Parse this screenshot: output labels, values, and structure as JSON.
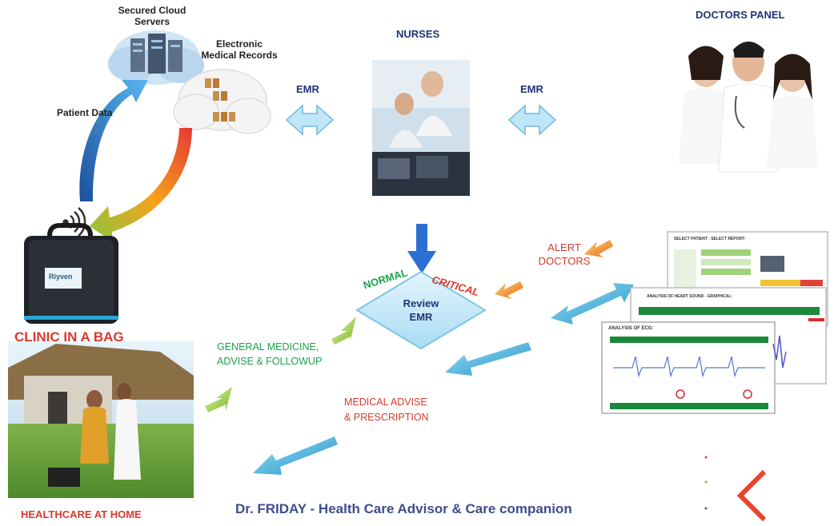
{
  "top": {
    "cloud_label": "Secured Cloud\nServers",
    "emr_records_label": "Electronic\nMedical Records",
    "patient_data_label": "Patient Data",
    "nurses_label": "NURSES",
    "doctors_label": "DOCTORS PANEL",
    "emr_left": "EMR",
    "emr_right": "EMR"
  },
  "middle": {
    "bag_brand": "Riyven",
    "clinic_label": "CLINIC IN A BAG",
    "normal_label": "NORMAL",
    "critical_label": "CRITICAL",
    "review_line1": "Review",
    "review_line2": "EMR",
    "alert_line1": "ALERT",
    "alert_line2": "DOCTORS",
    "general_line1": "GENERAL MEDICINE,",
    "general_line2": "ADVISE & FOLLOWUP",
    "advise_line1": "MEDICAL ADVISE",
    "advise_line2": "& PRESCRIPTION"
  },
  "reports": {
    "report1_title": "SELECT PATIENT - SELECT REPORT:",
    "report2_title": "ANALYSIS OF HEART SOUND - GRAPHICAL:",
    "report3_title": "ANALYSIS OF ECG:"
  },
  "bottom": {
    "home_label": "HEALTHCARE AT HOME",
    "footer_title": "Dr. FRIDAY - Health Care Advisor & Care companion"
  },
  "colors": {
    "navy": "#1f3473",
    "green": "#1aa34a",
    "red": "#d73a2f",
    "cyan_arrow": "#3fb7e3",
    "orange_arrow": "#f08a24",
    "lime_arrow": "#8cc63f"
  }
}
